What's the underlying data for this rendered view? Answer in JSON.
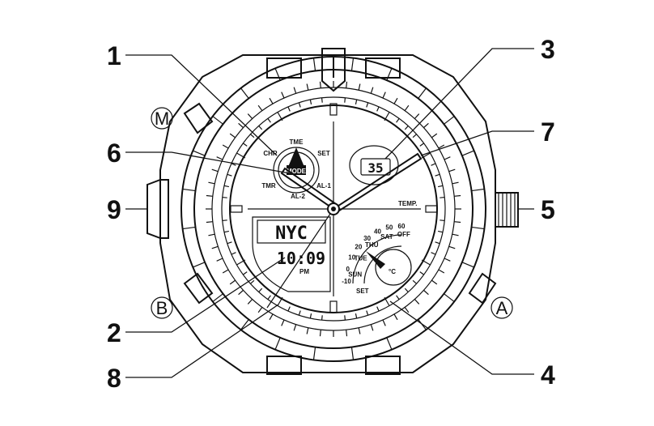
{
  "callouts": {
    "c1": "1",
    "c2": "2",
    "c3": "3",
    "c4": "4",
    "c5": "5",
    "c6": "6",
    "c7": "7",
    "c8": "8",
    "c9": "9"
  },
  "buttons": {
    "m": "M",
    "b": "B",
    "a": "A"
  },
  "mode_dial": {
    "center": "MODE",
    "tme": "TME",
    "chr": "CHR",
    "set": "SET",
    "tmr": "TMR",
    "al1": "AL-1",
    "al2": "AL-2"
  },
  "upper_right_display": "35",
  "temp_label": "TEMP.",
  "lcd": {
    "city": "NYC",
    "time": "10:09",
    "pm": "PM"
  },
  "temp_dial": {
    "scale": [
      "-10",
      "0",
      "10",
      "20",
      "30",
      "40",
      "50",
      "60"
    ],
    "days": [
      "SUN",
      "TUE",
      "THU",
      "SAT",
      "OFF"
    ],
    "unit": "°C",
    "set": "SET"
  },
  "colors": {
    "ink": "#111111",
    "background": "#ffffff"
  }
}
